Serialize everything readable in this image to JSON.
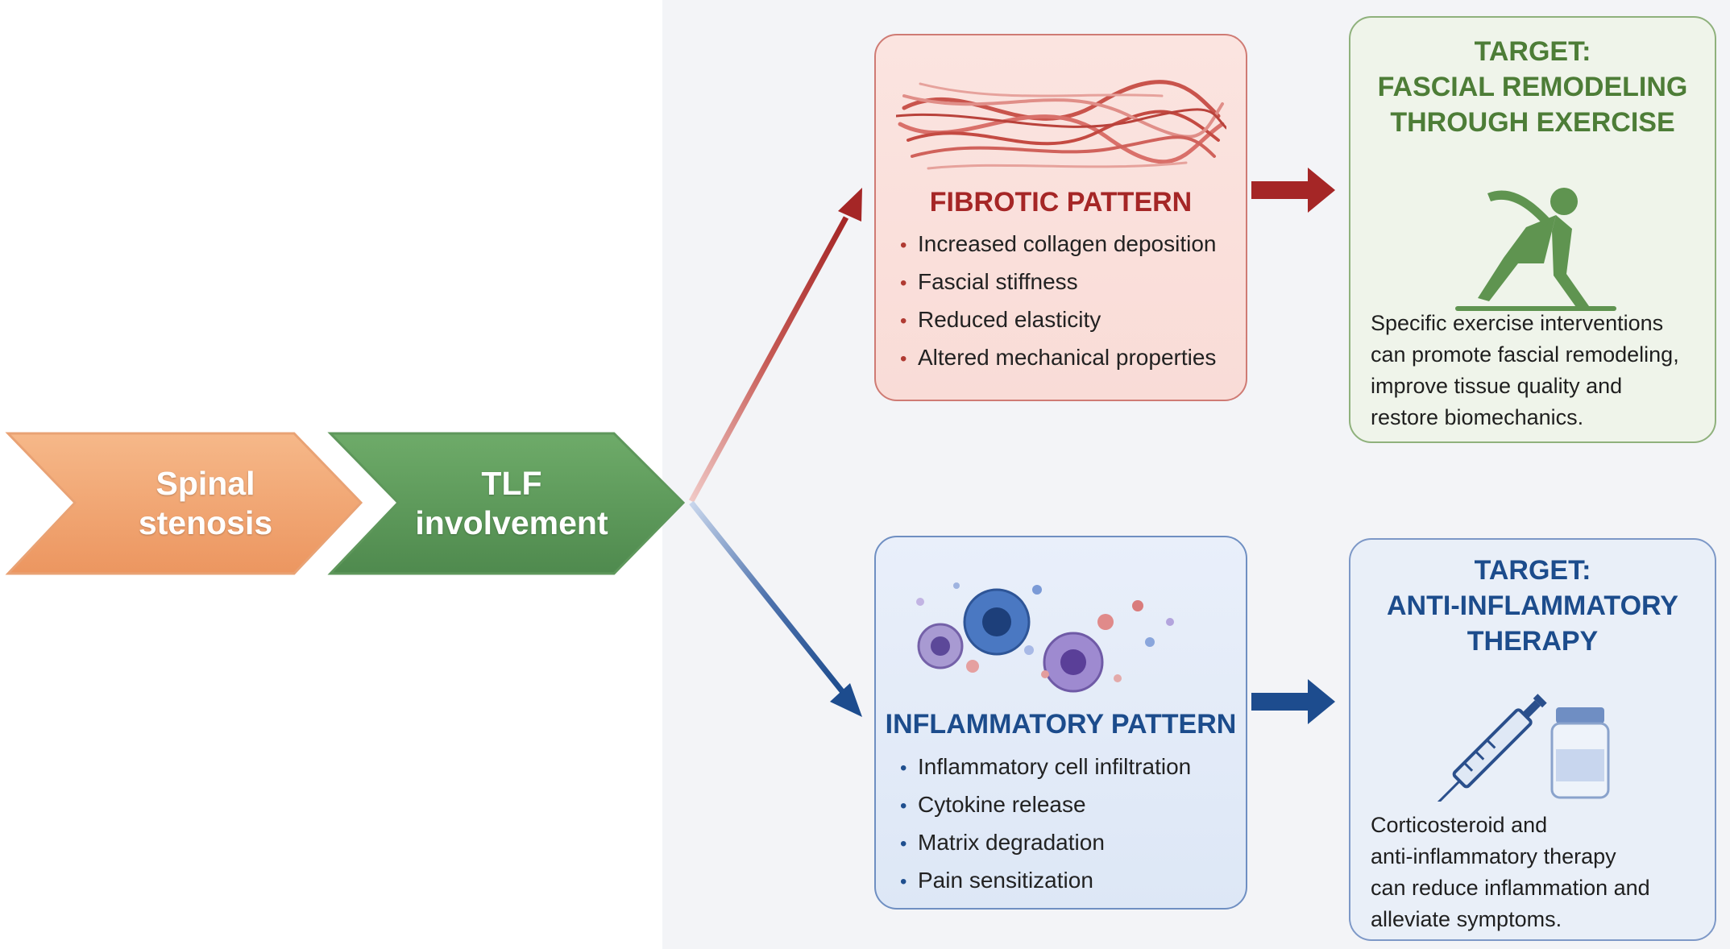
{
  "chevrons": [
    {
      "id": "spinal",
      "line1": "Spinal",
      "line2": "stenosis",
      "color": "#f0a070"
    },
    {
      "id": "tlf",
      "line1": "TLF",
      "line2": "involvement",
      "color": "#5c9a5b"
    }
  ],
  "fibrotic": {
    "title": "FIBROTIC PATTERN",
    "bullets": [
      "Increased collagen deposition",
      "Fascial stiffness",
      "Reduced elasticity",
      "Altered mechanical properties"
    ],
    "icon": "fibrous-tissue-icon",
    "color": "#a52626"
  },
  "inflammatory": {
    "title": "INFLAMMATORY PATTERN",
    "bullets": [
      "Inflammatory cell infiltration",
      "Cytokine release",
      "Matrix degradation",
      "Pain sensitization"
    ],
    "icon": "immune-cells-icon",
    "color": "#1c4c8c"
  },
  "target_fascial": {
    "title_line1": "TARGET:",
    "title_line2": "FASCIAL REMODELING",
    "title_line3": "THROUGH EXERCISE",
    "icon": "exercise-person-icon",
    "desc_lines": [
      "Specific exercise interventions",
      "can promote fascial remodeling,",
      "improve tissue quality and",
      "restore biomechanics."
    ],
    "color": "#4d7d37"
  },
  "target_anti": {
    "title_line1": "TARGET:",
    "title_line2": "ANTI-INFLAMMATORY",
    "title_line3": "THERAPY",
    "icon": "syringe-vial-icon",
    "desc_lines": [
      "Corticosteroid and",
      "anti-inflammatory therapy",
      "can reduce inflammation and",
      "alleviate symptoms."
    ],
    "color": "#1c4c8c"
  }
}
